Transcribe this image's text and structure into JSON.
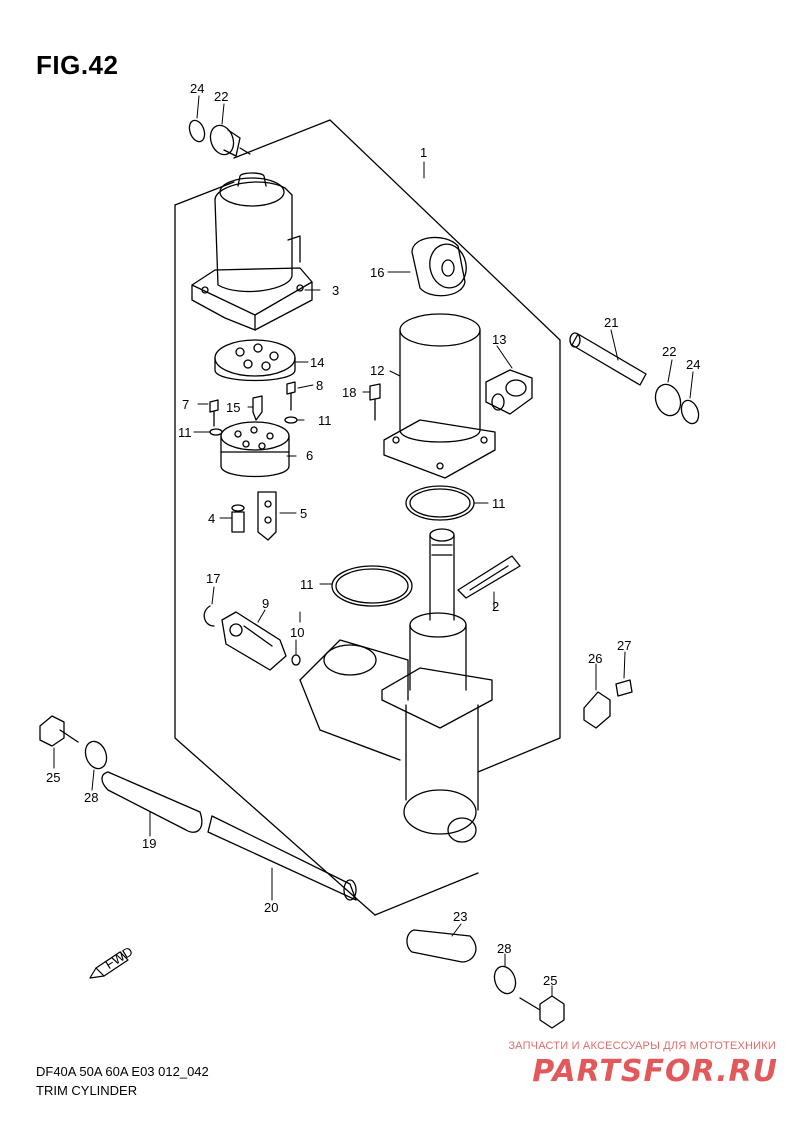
{
  "figure": {
    "title": "FIG.42"
  },
  "callouts": [
    "1",
    "2",
    "3",
    "4",
    "5",
    "6",
    "7",
    "8",
    "9",
    "10",
    "11",
    "11",
    "11",
    "11",
    "12",
    "13",
    "14",
    "15",
    "16",
    "17",
    "18",
    "19",
    "20",
    "21",
    "22",
    "22",
    "23",
    "24",
    "24",
    "25",
    "25",
    "26",
    "27",
    "28",
    "28"
  ],
  "labels": {
    "c1": "1",
    "c2": "2",
    "c3": "3",
    "c4": "4",
    "c5": "5",
    "c6": "6",
    "c7": "7",
    "c8": "8",
    "c9": "9",
    "c10": "10",
    "c11a": "11",
    "c11b": "11",
    "c11c": "11",
    "c11d": "11",
    "c12": "12",
    "c13": "13",
    "c14": "14",
    "c15": "15",
    "c16": "16",
    "c17": "17",
    "c18": "18",
    "c19": "19",
    "c20": "20",
    "c21": "21",
    "c22a": "22",
    "c22b": "22",
    "c23": "23",
    "c24a": "24",
    "c24b": "24",
    "c25a": "25",
    "c25b": "25",
    "c26": "26",
    "c27": "27",
    "c28a": "28",
    "c28b": "28"
  },
  "fwd_label": "FWD",
  "footer": {
    "model_code": "DF40A 50A 60A E03 012_042",
    "name": "TRIM CYLINDER"
  },
  "watermark": {
    "tagline": "ЗАПЧАСТИ И АКСЕССУАРЫ ДЛЯ МОТОТЕХНИКИ",
    "logo": "PARTSFOR.RU"
  },
  "colors": {
    "line": "#000000",
    "watermark": "#e2595b"
  }
}
